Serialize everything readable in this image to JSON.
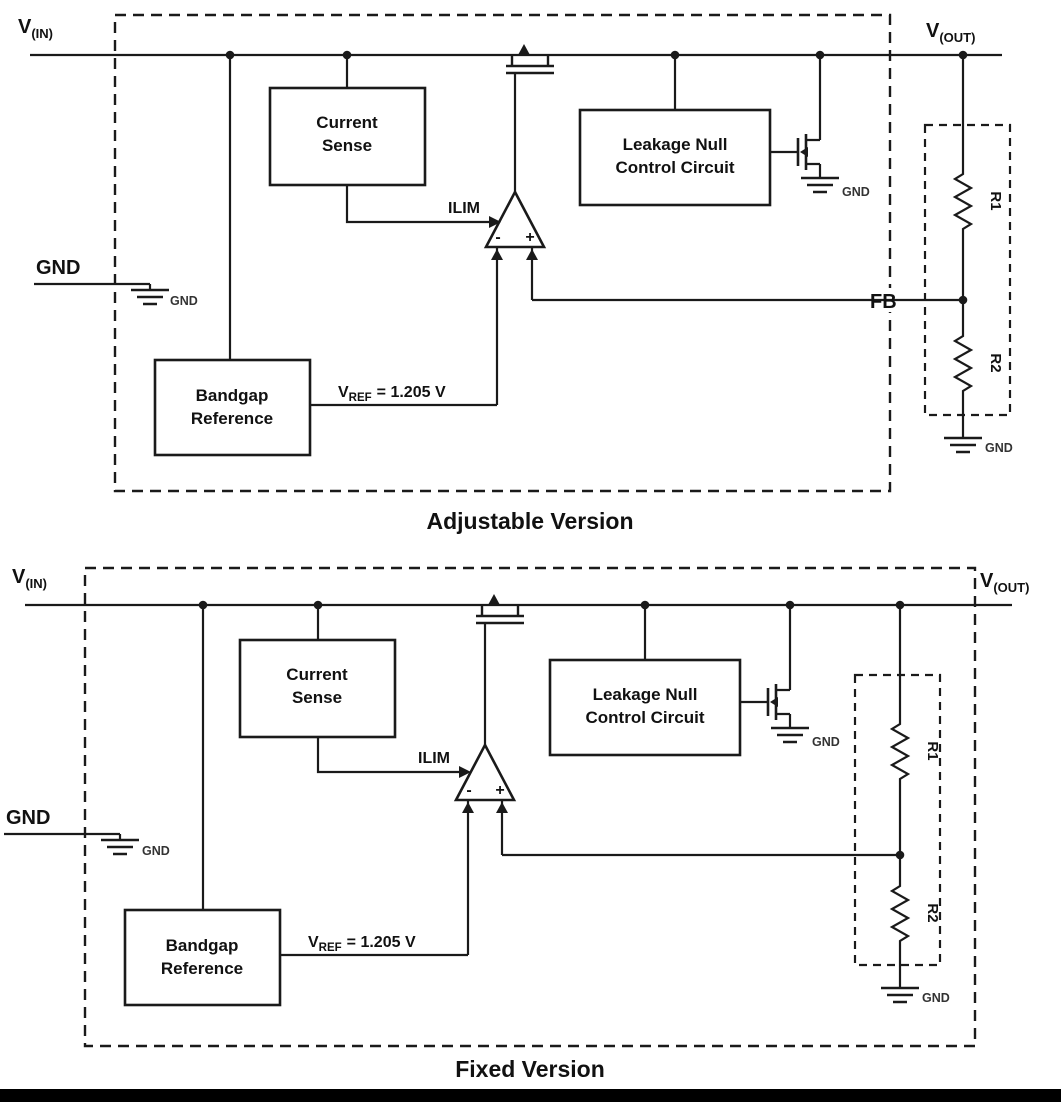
{
  "adjustable": {
    "caption": "Adjustable Version",
    "vin_main": "V",
    "vin_sub": "(IN)",
    "vout_main": "V",
    "vout_sub": "(OUT)",
    "gnd_label": "GND",
    "gnd_symbol_label": "GND",
    "current_sense": {
      "line1": "Current",
      "line2": "Sense"
    },
    "leakage": {
      "line1": "Leakage Null",
      "line2": "Control Circuit"
    },
    "bandgap": {
      "line1": "Bandgap",
      "line2": "Reference"
    },
    "ilim_label": "ILIM",
    "vref_main": "V",
    "vref_sub": "REF",
    "vref_value": "= 1.205 V",
    "opamp_minus": "-",
    "opamp_plus": "+",
    "fb_label": "FB",
    "r1_label": "R1",
    "r2_label": "R2",
    "mosfet_gnd_label": "GND",
    "divider_gnd_label": "GND"
  },
  "fixed": {
    "caption": "Fixed Version",
    "vin_main": "V",
    "vin_sub": "(IN)",
    "vout_main": "V",
    "vout_sub": "(OUT)",
    "gnd_label": "GND",
    "gnd_symbol_label": "GND",
    "current_sense": {
      "line1": "Current",
      "line2": "Sense"
    },
    "leakage": {
      "line1": "Leakage Null",
      "line2": "Control Circuit"
    },
    "bandgap": {
      "line1": "Bandgap",
      "line2": "Reference"
    },
    "ilim_label": "ILIM",
    "vref_main": "V",
    "vref_sub": "REF",
    "vref_value": "= 1.205 V",
    "opamp_minus": "-",
    "opamp_plus": "+",
    "r1_label": "R1",
    "r2_label": "R2",
    "mosfet_gnd_label": "GND",
    "divider_gnd_label": "GND"
  },
  "colors": {
    "line": "#1a1a1a",
    "background": "#ffffff",
    "footer_bar": "#000000"
  }
}
